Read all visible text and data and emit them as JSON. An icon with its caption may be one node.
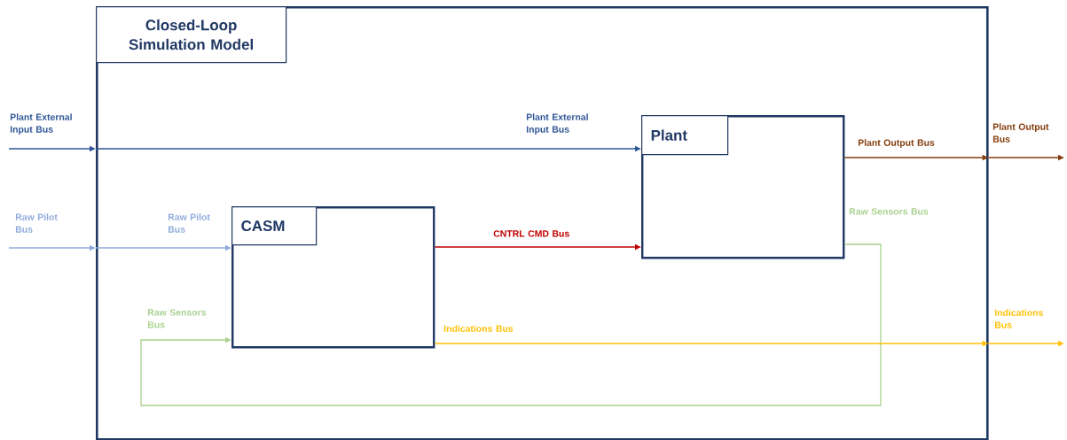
{
  "diagram": {
    "nodes": [
      {
        "text": [
          "Closed-Loop Simulation Model"
        ]
      },
      {
        "text": [
          "CASM"
        ],
        "in": 0
      },
      {
        "text": [
          "Plant"
        ],
        "in": 0
      }
    ],
    "edges": [
      {
        "from": null,
        "to": 0,
        "arrow": "to",
        "label": "Plant External Input Bus",
        "color": "#2f5597"
      },
      {
        "from": 0,
        "to": 2,
        "arrow": "to",
        "label": "Plant External Input Bus",
        "color": "#2f5597"
      },
      {
        "from": null,
        "to": 0,
        "arrow": "to",
        "label": "Raw Pilot Bus",
        "color": "#8faadc"
      },
      {
        "from": 0,
        "to": 1,
        "arrow": "to",
        "label": "Raw Pilot Bus",
        "color": "#8faadc"
      },
      {
        "from": 1,
        "to": 2,
        "arrow": "to",
        "label": "CNTRL CMD Bus",
        "color": "#c00000"
      },
      {
        "from": 2,
        "to": 0,
        "arrow": "to",
        "label": "Plant Output Bus",
        "color": "#843c0c"
      },
      {
        "from": 0,
        "to": null,
        "arrow": "to",
        "label": "Plant Output Bus",
        "color": "#843c0c"
      },
      {
        "from": 2,
        "to": 1,
        "arrow": "to",
        "label": "Raw Sensors Bus",
        "color": "#a9d18e"
      },
      {
        "from": 1,
        "to": 0,
        "arrow": "to",
        "label": "Indications Bus",
        "color": "#ffc000"
      },
      {
        "from": 0,
        "to": null,
        "arrow": "to",
        "label": "Indications Bus",
        "color": "#ffc000"
      }
    ],
    "labels": [
      "Raw Sensors Bus"
    ]
  }
}
